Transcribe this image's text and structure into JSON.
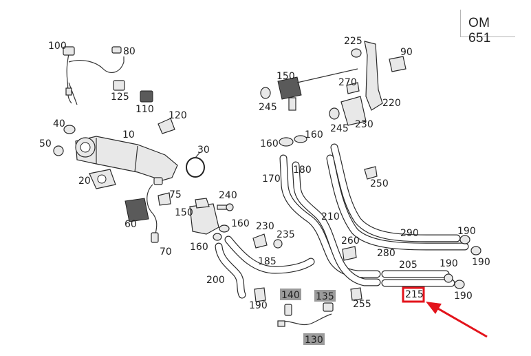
{
  "engine_model": "OM 651",
  "highlight": {
    "label": "215",
    "box_color": "#e3131b",
    "arrow_color": "#e3131b"
  },
  "labels": {
    "l10": "10",
    "l20": "20",
    "l30": "30",
    "l40": "40",
    "l50": "50",
    "l60": "60",
    "l70": "70",
    "l75": "75",
    "l80": "80",
    "l90": "90",
    "l100": "100",
    "l110": "110",
    "l120": "120",
    "l125": "125",
    "l130": "130",
    "l135": "135",
    "l140": "140",
    "l150a": "150",
    "l150b": "150",
    "l160a": "160",
    "l160b": "160",
    "l160c": "160",
    "l160d": "160",
    "l170": "170",
    "l180": "180",
    "l185": "185",
    "l190a": "190",
    "l190b": "190",
    "l190c": "190",
    "l190d": "190",
    "l190e": "190",
    "l200": "200",
    "l205": "205",
    "l210": "210",
    "l215": "215",
    "l220": "220",
    "l225": "225",
    "l230a": "230",
    "l230b": "230",
    "l235": "235",
    "l240": "240",
    "l245a": "245",
    "l245b": "245",
    "l250": "250",
    "l255": "255",
    "l260": "260",
    "l270": "270",
    "l280": "280",
    "l290": "290"
  },
  "grey_labels_color": "#9b9b9b"
}
